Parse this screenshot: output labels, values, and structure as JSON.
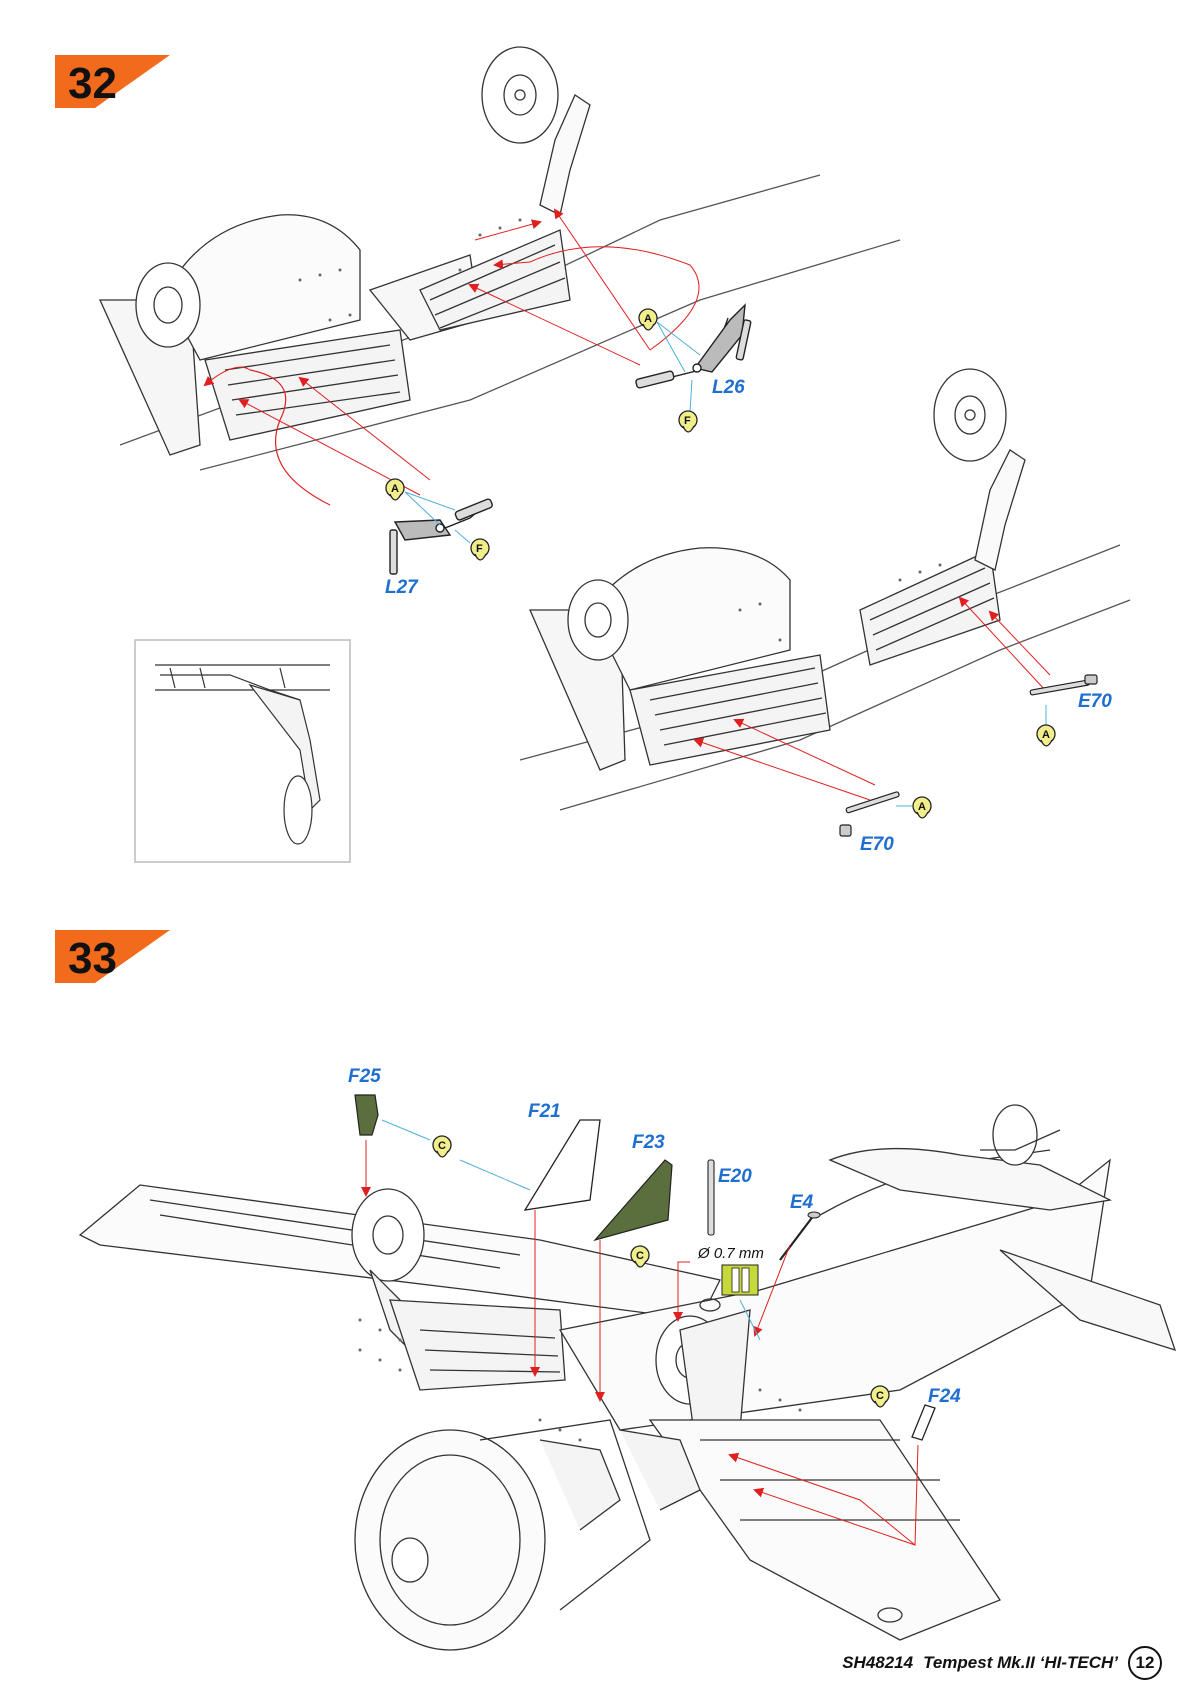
{
  "steps": {
    "step32": "32",
    "step33": "33"
  },
  "parts": {
    "L26": "L26",
    "L27": "L27",
    "E70_a": "E70",
    "E70_b": "E70",
    "F25": "F25",
    "F21": "F21",
    "F23": "F23",
    "E20": "E20",
    "E4": "E4",
    "F24": "F24"
  },
  "markers": {
    "A": "A",
    "F": "F",
    "C": "C"
  },
  "wire_note": "Ø 0.7 mm",
  "footer": {
    "kit_code": "SH48214",
    "title": "Tempest Mk.II ‘HI-TECH’",
    "page_number": "12"
  },
  "colors": {
    "step_orange": "#f26a1b",
    "part_blue": "#1e6fd0",
    "arrow_red": "#e02020",
    "marker_yellow": "#f2ee8c",
    "part_green": "#5b6e3d",
    "line_cyan": "#4fb0d8"
  }
}
